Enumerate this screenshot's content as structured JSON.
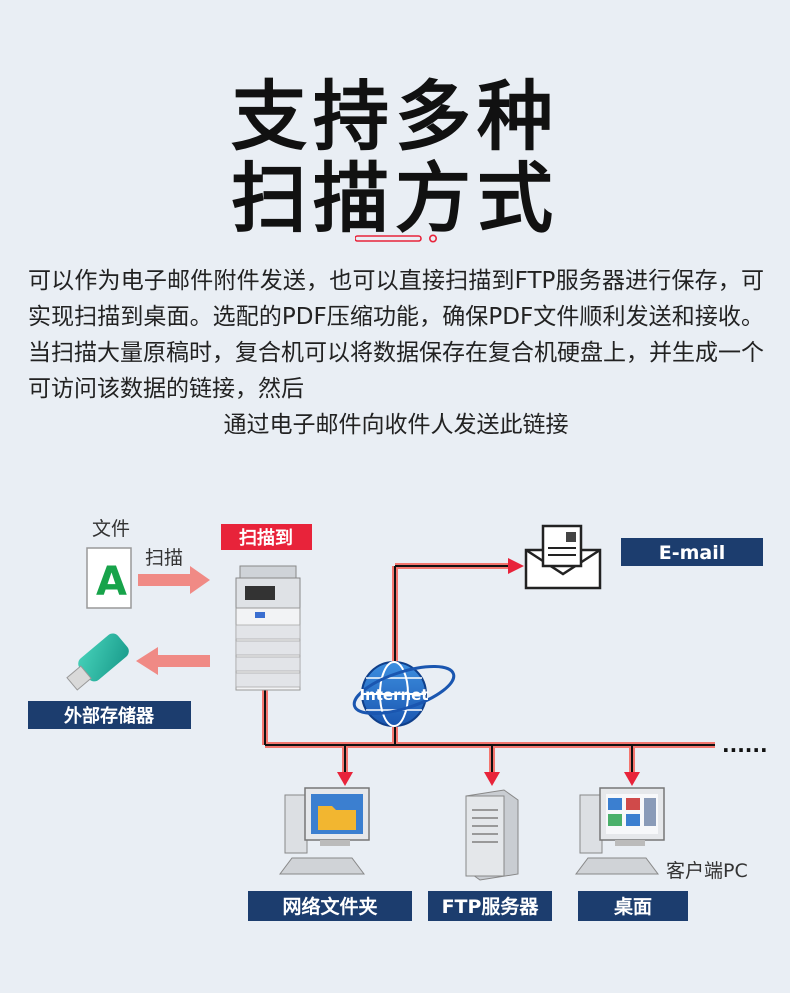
{
  "header": {
    "title_line1": "支持多种",
    "title_line2": "扫描方式"
  },
  "description": {
    "main": "可以作为电子邮件附件发送，也可以直接扫描到FTP服务器进行保存，可实现扫描到桌面。选配的PDF压缩功能，确保PDF文件顺利发送和接收。当扫描大量原稿时，复合机可以将数据保存在复合机硬盘上，并生成一个可访问该数据的链接，然后",
    "last_line": "通过电子邮件向收件人发送此链接"
  },
  "diagram": {
    "document_label": "文件",
    "document_letter": "A",
    "scan_label": "扫描",
    "scan_to_badge": "扫描到",
    "external_storage": "外部存储器",
    "email": "E-mail",
    "internet": "Internet",
    "network_folder": "网络文件夹",
    "ftp_server": "FTP服务器",
    "desktop": "桌面",
    "client_pc": "客户端PC",
    "ellipsis": "......"
  },
  "colors": {
    "accent_red": "#e8233a",
    "line_pink": "#f4766f",
    "label_navy": "#1c3d6e",
    "background": "#e9eef4"
  }
}
